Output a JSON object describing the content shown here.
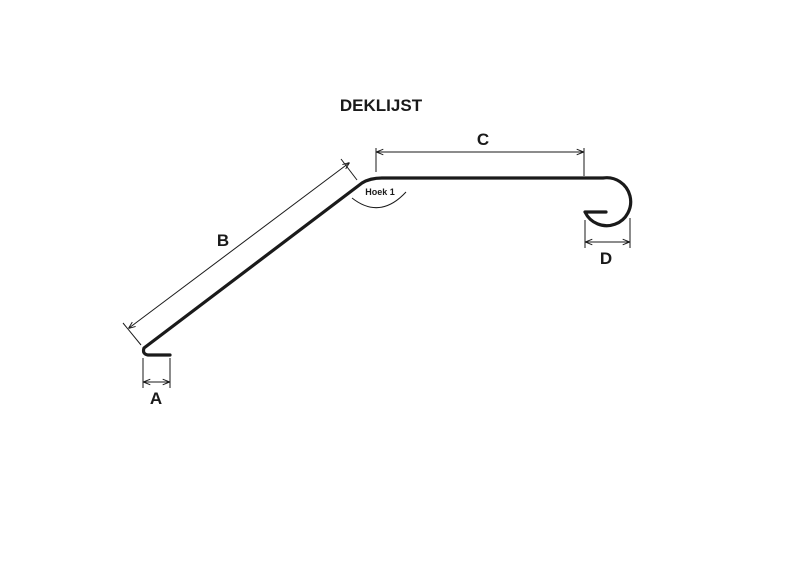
{
  "diagram": {
    "title": "DEKLIJST",
    "labels": {
      "a": "A",
      "b": "B",
      "c": "C",
      "d": "D",
      "angle": "Hoek 1"
    }
  }
}
